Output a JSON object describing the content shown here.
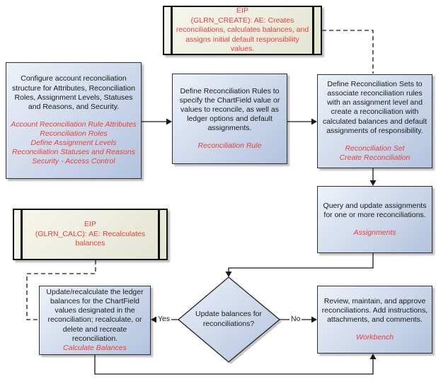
{
  "palette": {
    "background": "#ffffff",
    "box_fill_light": "#eef2f9",
    "box_fill_dark": "#b2c3de",
    "box_border": "#2f2f2f",
    "eip_fill_light": "#f6f6ee",
    "eip_fill_dark": "#e4e4d2",
    "eip_border": "#111111",
    "red_text": "#e8403c",
    "black_text": "#1a1a1a",
    "line_color": "#1a1a1a",
    "shadow": "#bdbdbd"
  },
  "boxes": {
    "eip_create": {
      "title": "EIP",
      "body": "(GLRN_CREATE): AE: Creates reconciliations, calculates balances, and assigns initial  default responsibility values."
    },
    "configure": {
      "text": "Configure account reconciliation structure for Attributes, Reconciliation Roles, Assignment Levels, Statuses and Reasons, and Security.",
      "links": [
        "Account Reconciliation Rule Attributes",
        "Reconciliation Roles",
        "Define Assignment Levels",
        "Reconciliation Statuses and Reasons",
        "Security - Access Control"
      ]
    },
    "rules": {
      "text": "Define Reconciliation Rules to specify the ChartField value or values to reconcile, as well as ledger options and default assignments.",
      "links": [
        "Reconciliation Rule"
      ]
    },
    "sets": {
      "text": "Define Reconciliation Sets to associate reconciliation rules with an assignment level and create a reconciliation with calculated balances and default assignments of responsibility.",
      "links": [
        "Reconciliation Set",
        "Create Reconciliation"
      ]
    },
    "assignments": {
      "text": "Query and update assignments for one or more reconciliations.",
      "links": [
        "Assignments"
      ]
    },
    "eip_calc": {
      "title": "EIP",
      "body": "(GLRN_CALC): AE: Recalculates balances"
    },
    "update": {
      "text": "Update/recalculate the ledger balances for the ChartField values designated in the reconciliation; recalculate, or delete and recreate reconciliation.",
      "links": [
        "Calculate Balances"
      ]
    },
    "workbench": {
      "text": "Review, maintain, and approve reconciliations. Add instructions, attachments, and comments.",
      "links": [
        "Workbench"
      ]
    },
    "decision": {
      "text": "Update balances for reconciliations?"
    }
  },
  "edge_labels": {
    "yes": "Yes",
    "no": "No"
  }
}
